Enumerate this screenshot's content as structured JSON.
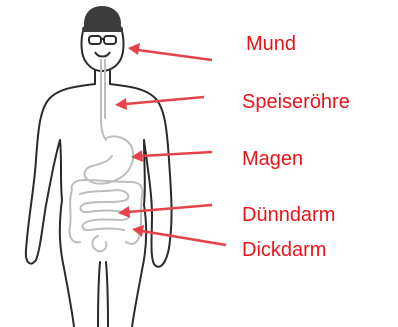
{
  "colors": {
    "label": "#e8141c",
    "arrow": "#e4434a",
    "body_outline": "#2b2b2b",
    "organs": "#bdbdbd",
    "cap": "#3c3c3c"
  },
  "labels": {
    "mund": "Mund",
    "speiseroehre": "Speiseröhre",
    "magen": "Magen",
    "duenndarm": "Dünndarm",
    "dickdarm": "Dickdarm"
  }
}
